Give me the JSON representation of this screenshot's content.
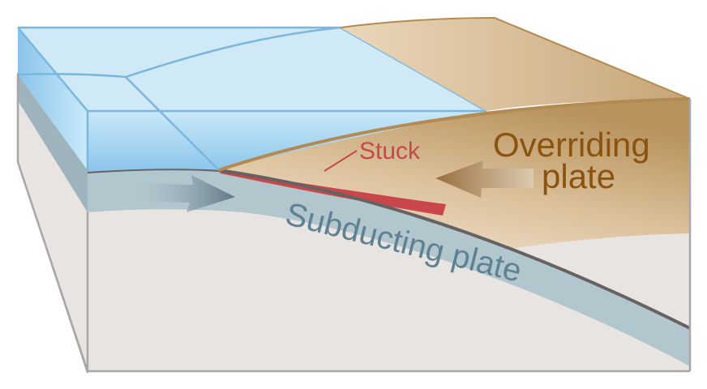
{
  "diagram": {
    "title": "Subduction zone block diagram",
    "labels": {
      "stuck": "Stuck",
      "overriding_line1": "Overriding",
      "overriding_line2": "plate",
      "subducting": "Subducting plate"
    },
    "arrows": [
      {
        "name": "subducting-plate-motion",
        "direction": "right"
      },
      {
        "name": "overriding-plate-motion",
        "direction": "left"
      }
    ],
    "colors": {
      "ocean_top": "#cfe9f7",
      "ocean_edge": "#7ab6de",
      "ocean_front_top": "#c6e7f8",
      "ocean_front_bottom": "#8fc6ea",
      "overriding_light": "#f3e6d4",
      "overriding_dark": "#b8935e",
      "overriding_edge": "#b38a52",
      "stuck_zone": "#c9464a",
      "slab": "#b2c6ce",
      "slab_side": "#9fb3bc",
      "slab_text": "#5f8292",
      "mantle": "#e8e4e1",
      "border": "#a8a6a6",
      "fault_line": "#666262",
      "overriding_text": "#8a5410",
      "stuck_text": "#c9464a"
    }
  }
}
